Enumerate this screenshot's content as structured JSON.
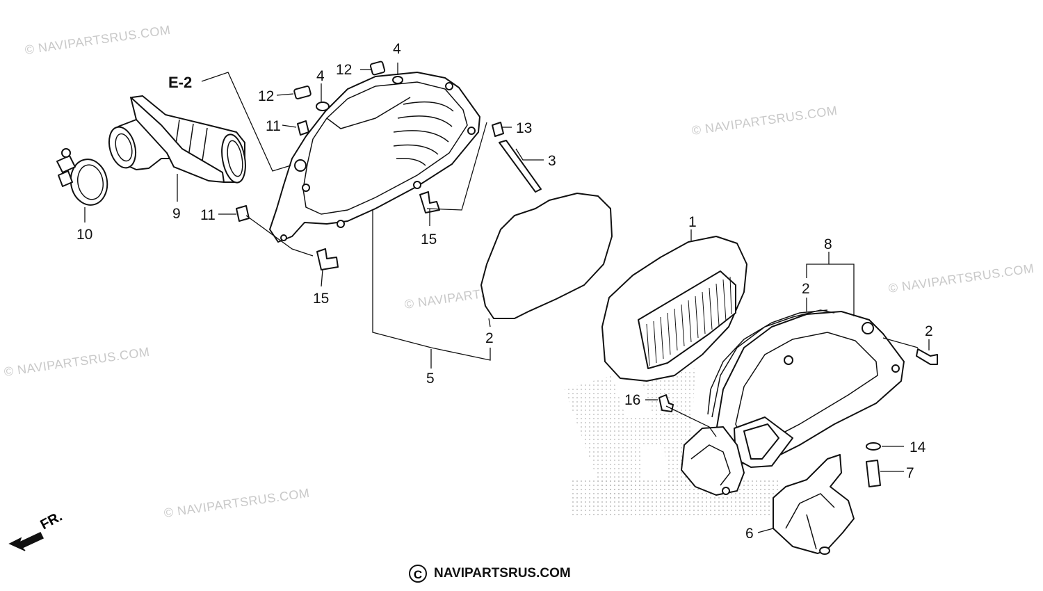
{
  "watermarks": [
    "© NAVIPARTSRUS.COM",
    "© NAVIPARTSRUS.COM",
    "© NAVIPARTSRUS.COM",
    "© NAVIPARTSRUS.COM",
    "© NAVIPARTSRUS.COM",
    "© NAVIPARTSRUS.COM"
  ],
  "reference_label": "E-2",
  "direction_label": "FR.",
  "callouts": {
    "c1": "1",
    "c2a": "2",
    "c2b": "2",
    "c2c": "2",
    "c3": "3",
    "c4a": "4",
    "c4b": "4",
    "c5": "5",
    "c6": "6",
    "c7": "7",
    "c8": "8",
    "c9": "9",
    "c10": "10",
    "c11a": "11",
    "c11b": "11",
    "c12a": "12",
    "c12b": "12",
    "c13": "13",
    "c14": "14",
    "c15a": "15",
    "c15b": "15",
    "c16": "16"
  },
  "footer": {
    "symbol": "C",
    "site": "NAVIPARTSRUS.COM"
  }
}
